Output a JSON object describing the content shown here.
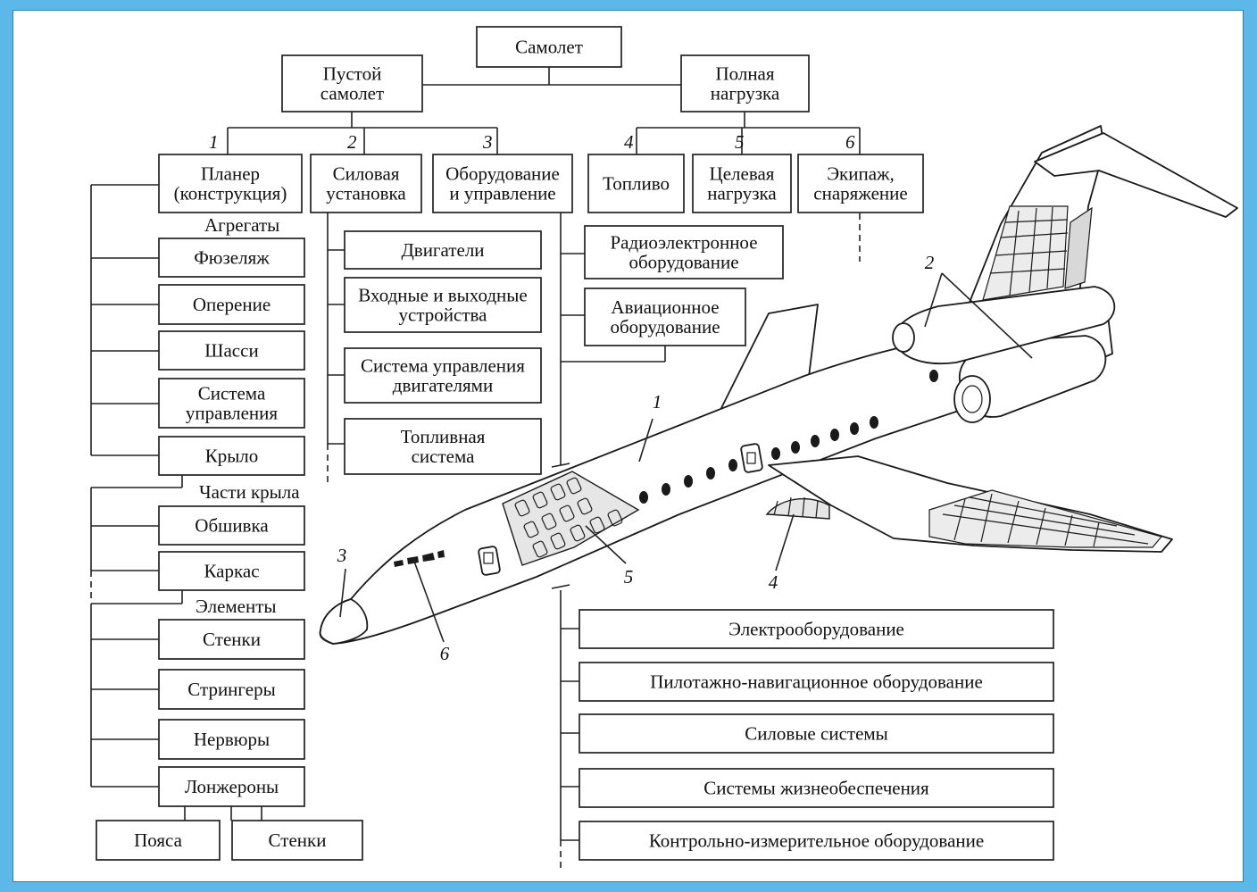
{
  "root": "Самолет",
  "empty": [
    "Пустой",
    "самолет"
  ],
  "payload": [
    "Полная",
    "нагрузка"
  ],
  "categories": [
    {
      "num": "1",
      "lines": [
        "Планер",
        "(конструкция)"
      ]
    },
    {
      "num": "2",
      "lines": [
        "Силовая",
        "установка"
      ]
    },
    {
      "num": "3",
      "lines": [
        "Оборудование",
        "и управление"
      ]
    },
    {
      "num": "4",
      "lines": [
        "Топливо"
      ]
    },
    {
      "num": "5",
      "lines": [
        "Целевая",
        "нагрузка"
      ]
    },
    {
      "num": "6",
      "lines": [
        "Экипаж,",
        "снаряжение"
      ]
    }
  ],
  "labels": {
    "aggregates": "Агрегаты",
    "wing_parts": "Части крыла",
    "elements": "Элементы"
  },
  "aggregates": [
    [
      "Фюзеляж"
    ],
    [
      "Оперение"
    ],
    [
      "Шасси"
    ],
    [
      "Система",
      "управления"
    ],
    [
      "Крыло"
    ]
  ],
  "wing_parts": [
    [
      "Обшивка"
    ],
    [
      "Каркас"
    ]
  ],
  "elements": [
    [
      "Стенки"
    ],
    [
      "Стрингеры"
    ],
    [
      "Нервюры"
    ],
    [
      "Лонжероны"
    ]
  ],
  "spar_parts": [
    [
      "Пояса"
    ],
    [
      "Стенки"
    ]
  ],
  "powerplant": [
    [
      "Двигатели"
    ],
    [
      "Входные и выходные",
      "устройства"
    ],
    [
      "Система управления",
      "двигателями"
    ],
    [
      "Топливная",
      "система"
    ]
  ],
  "equipment_top": [
    [
      "Радиоэлектронное",
      "оборудование"
    ],
    [
      "Авиационное",
      "оборудование"
    ]
  ],
  "equipment_bottom": [
    "Электрооборудование",
    "Пилотажно-навигационное оборудование",
    "Силовые системы",
    "Системы жизнеобеспечения",
    "Контрольно-измерительное оборудование"
  ],
  "callouts": [
    "1",
    "2",
    "3",
    "4",
    "5",
    "6"
  ],
  "icons": {
    "aircraft": "aircraft-cutaway-illustration"
  },
  "colors": {
    "background": "#5bb8e8",
    "panel": "#ffffff",
    "ink": "#222222"
  }
}
